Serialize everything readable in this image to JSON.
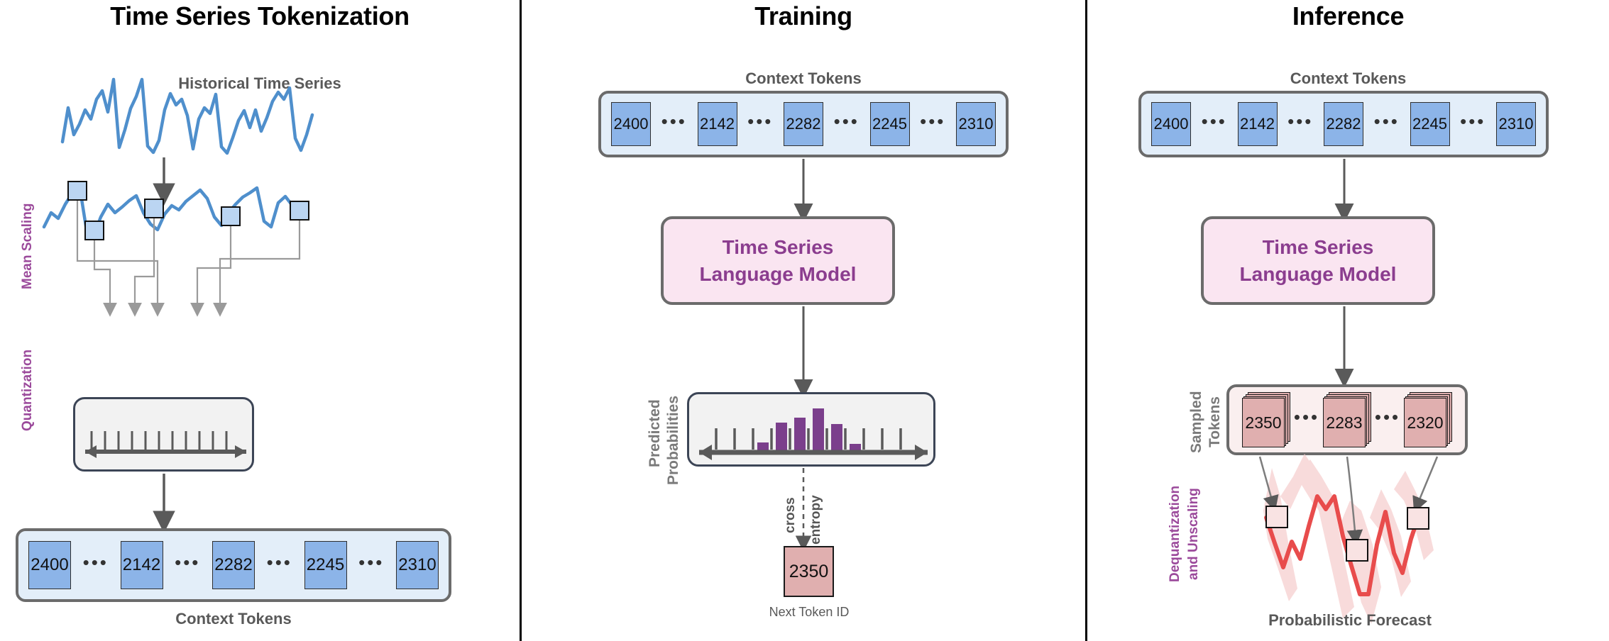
{
  "panels": {
    "left": {
      "title": "Time Series Tokenization",
      "series_label": "Historical Time Series",
      "side_labels": {
        "mean_scaling": "Mean Scaling",
        "quantization": "Quantization"
      },
      "context_caption": "Context Tokens",
      "context_tokens": [
        "2400",
        "2142",
        "2282",
        "2245",
        "2310"
      ],
      "ellipsis": "•••",
      "quantization_ticks": 13
    },
    "middle": {
      "title": "Training",
      "context_label": "Context Tokens",
      "context_tokens": [
        "2400",
        "2142",
        "2282",
        "2245",
        "2310"
      ],
      "ellipsis": "•••",
      "model_line1": "Time Series",
      "model_line2": "Language Model",
      "probabilities_label": "Predicted\nProbabilities",
      "probabilities_label_line1": "Predicted",
      "probabilities_label_line2": "Probabilities",
      "loss_label_line1": "cross",
      "loss_label_line2": "entropy",
      "next_token_value": "2350",
      "next_token_caption": "Next Token ID"
    },
    "right": {
      "title": "Inference",
      "context_label": "Context Tokens",
      "context_tokens": [
        "2400",
        "2142",
        "2282",
        "2245",
        "2310"
      ],
      "ellipsis": "•••",
      "model_line1": "Time Series",
      "model_line2": "Language Model",
      "sampled_label_line1": "Sampled",
      "sampled_label_line2": "Tokens",
      "sampled_tokens": [
        "2350",
        "2283",
        "2320"
      ],
      "dequant_label_line1": "Dequantization",
      "dequant_label_line2": "and Unscaling",
      "forecast_caption": "Probabilistic Forecast"
    }
  },
  "colors": {
    "token_blue": "#8CB4E8",
    "token_box_bg": "#E3EEF9",
    "sampled_pink": "#E0AFAF",
    "model_box_bg": "#FAE5F1",
    "model_text_purple": "#8B3D8F",
    "histogram_purple": "#7B3F8C",
    "series_blue": "#4F8FCC",
    "forecast_red": "#E84C4C",
    "side_label_purple": "#9B4A9B",
    "axis_gray": "#5A5A5A",
    "box_border_gray": "#6B6B6B",
    "axis_box_border": "#3C4556"
  },
  "chart_data": {
    "type": "line",
    "title": "Historical Time Series",
    "series": [
      {
        "name": "historical",
        "values": [
          12,
          44,
          78,
          62,
          70,
          82,
          26,
          6,
          40,
          62,
          22,
          46,
          62,
          72,
          92,
          8,
          4,
          10,
          44,
          78,
          58,
          70,
          40,
          10,
          52,
          66,
          54,
          84,
          12,
          6,
          22,
          46,
          60,
          38,
          62,
          34,
          50,
          72,
          82,
          70,
          88,
          20,
          4,
          26,
          58
        ]
      },
      {
        "name": "scaled",
        "values": [
          18,
          40,
          52,
          44,
          60,
          76,
          26,
          12,
          34,
          56,
          44,
          52,
          62,
          70,
          46,
          22,
          14,
          36,
          56,
          48,
          62,
          72,
          80,
          66,
          32,
          18,
          40,
          58,
          70,
          76,
          86,
          24,
          16,
          54,
          66
        ]
      },
      {
        "name": "forecast_median",
        "values": [
          74,
          30,
          16,
          52,
          40,
          66,
          88,
          76,
          90,
          54,
          12,
          4,
          58,
          68,
          24,
          60,
          78,
          70
        ]
      }
    ],
    "xlabel": "",
    "ylabel": "",
    "grid": false,
    "legend": "none"
  },
  "histogram": {
    "type": "bar",
    "title": "Predicted Probabilities",
    "tick_count": 11,
    "bar_positions": [
      3,
      4,
      5,
      6,
      7,
      8
    ],
    "bar_heights": [
      14,
      46,
      58,
      82,
      44,
      10
    ],
    "ylim": [
      0,
      100
    ]
  }
}
